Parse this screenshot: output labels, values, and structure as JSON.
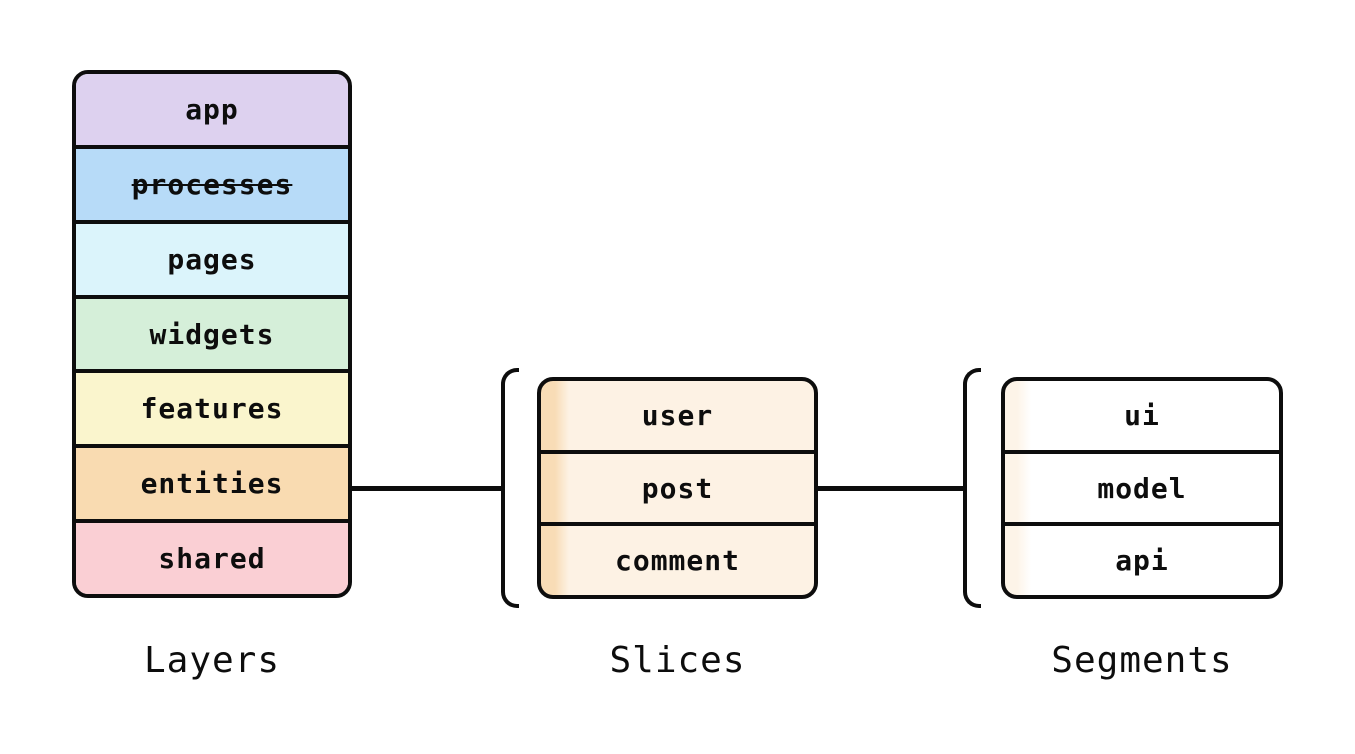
{
  "diagram": {
    "background_color": "#ffffff",
    "stroke_color": "#0d0d0d"
  },
  "layers": {
    "caption": "Layers",
    "items": [
      {
        "name": "app",
        "color": "#ddd1ef",
        "deprecated": false
      },
      {
        "name": "processes",
        "color": "#b7dbf8",
        "deprecated": true
      },
      {
        "name": "pages",
        "color": "#dbf4fb",
        "deprecated": false
      },
      {
        "name": "widgets",
        "color": "#d5efd9",
        "deprecated": false
      },
      {
        "name": "features",
        "color": "#faf5cd",
        "deprecated": false
      },
      {
        "name": "entities",
        "color": "#f9dbb1",
        "deprecated": false
      },
      {
        "name": "shared",
        "color": "#facfd4",
        "deprecated": false
      }
    ]
  },
  "slices": {
    "caption": "Slices",
    "items": [
      "user",
      "post",
      "comment"
    ],
    "bg_color": "#fdf2e4",
    "accent_color": "#f8dcb6"
  },
  "segments": {
    "caption": "Segments",
    "items": [
      "ui",
      "model",
      "api"
    ],
    "bg_color": "#ffffff",
    "accent_color": "#fdf4e8"
  }
}
